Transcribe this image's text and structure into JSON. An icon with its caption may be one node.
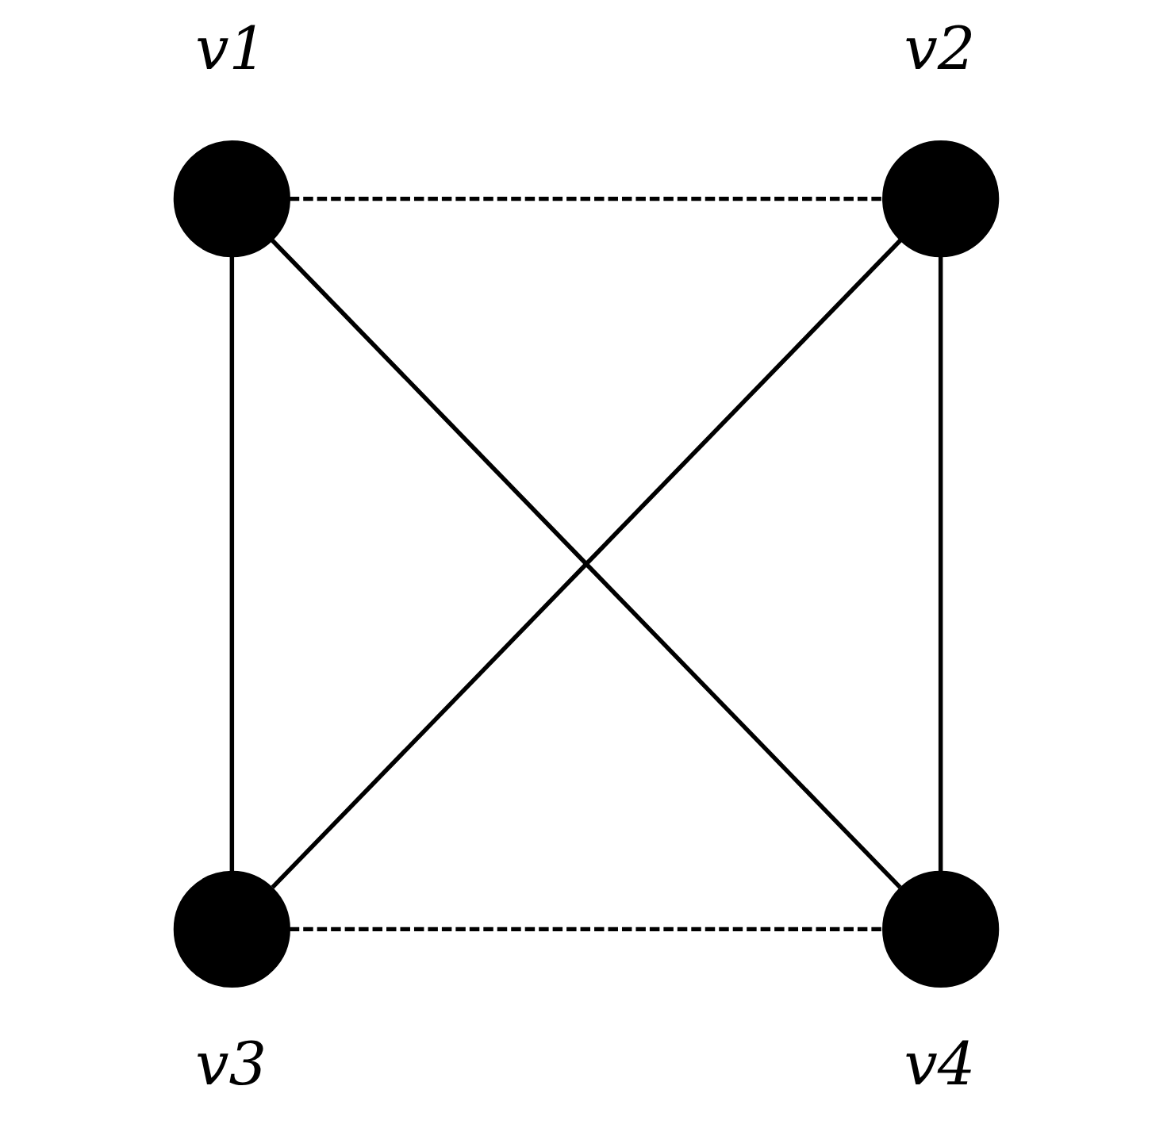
{
  "diagram": {
    "nodes": [
      {
        "text": [],
        "shape": "circle",
        "beside": [
          "v1"
        ]
      },
      {
        "text": [],
        "shape": "circle",
        "beside": [
          "v2"
        ]
      },
      {
        "text": [],
        "shape": "circle",
        "beside": [
          "v3"
        ]
      },
      {
        "text": [],
        "shape": "circle",
        "beside": [
          "v4"
        ]
      }
    ],
    "edges": [
      {
        "from": 0,
        "to": 1,
        "arrow": "none",
        "style": "dashed"
      },
      {
        "from": 0,
        "to": 2,
        "arrow": "none"
      },
      {
        "from": 0,
        "to": 3,
        "arrow": "none"
      },
      {
        "from": 1,
        "to": 2,
        "arrow": "none"
      },
      {
        "from": 1,
        "to": 3,
        "arrow": "none"
      },
      {
        "from": 2,
        "to": 3,
        "arrow": "none",
        "style": "dashed"
      }
    ]
  }
}
